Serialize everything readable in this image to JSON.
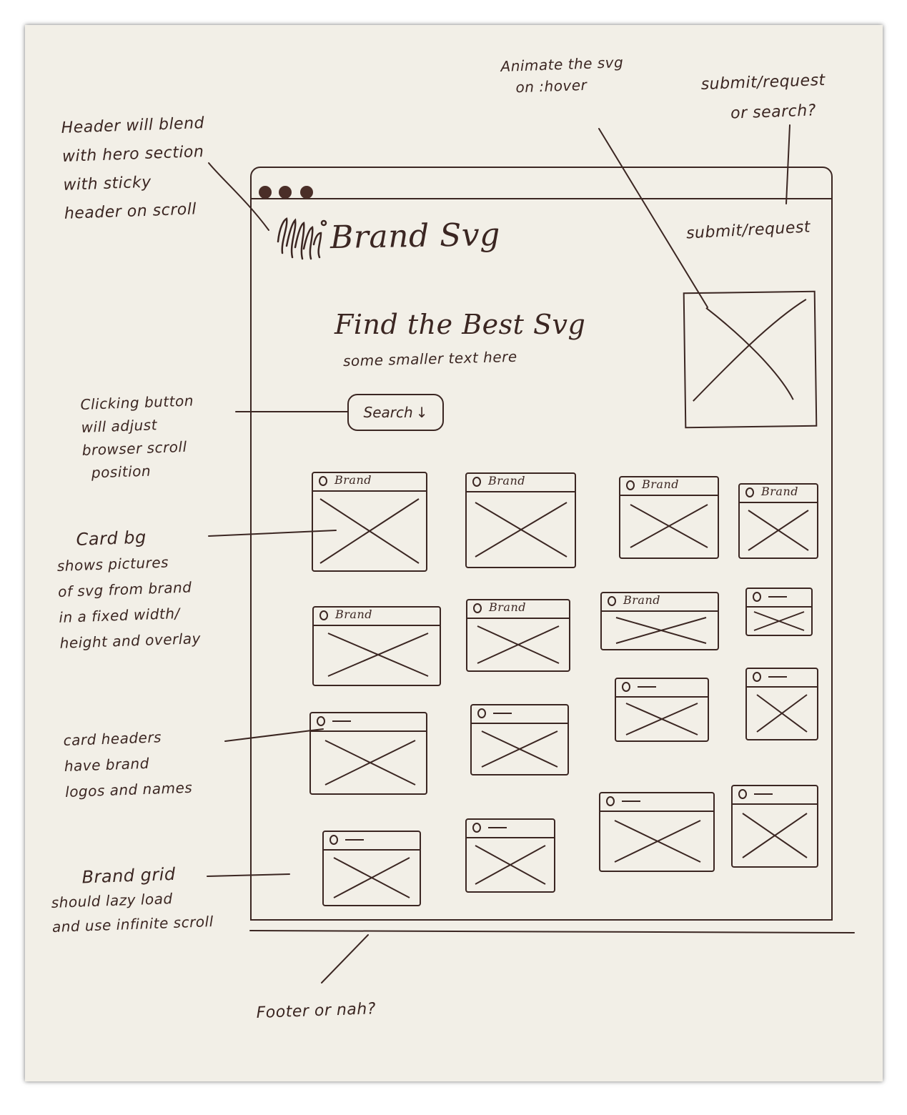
{
  "annotations": {
    "header": [
      "Header will blend",
      "with hero section",
      "with sticky",
      "header on scroll"
    ],
    "animate": [
      "Animate the svg",
      "on :hover"
    ],
    "submit": [
      "submit/request",
      "or search?"
    ],
    "clicking": [
      "Clicking button",
      "will adjust",
      "browser scroll",
      "position"
    ],
    "card_bg": [
      "Card bg",
      "shows pictures",
      "of svg from brand",
      "in a fixed width/",
      "height and overlay"
    ],
    "card_headers": [
      "card headers",
      "have brand",
      "logos and names"
    ],
    "brand_grid": [
      "Brand grid",
      "should lazy load",
      "and use infinite scroll"
    ],
    "footer": "Footer or nah?"
  },
  "wireframe": {
    "logo_text": "Brand Svg",
    "nav_link": "submit/request",
    "hero_title": "Find the Best Svg",
    "hero_subtitle": "some smaller text here",
    "search_button": "Search",
    "search_arrow": "↓",
    "card_label": "Brand"
  },
  "colors": {
    "paper": "#f2efe7",
    "ink": "#3b2622"
  }
}
